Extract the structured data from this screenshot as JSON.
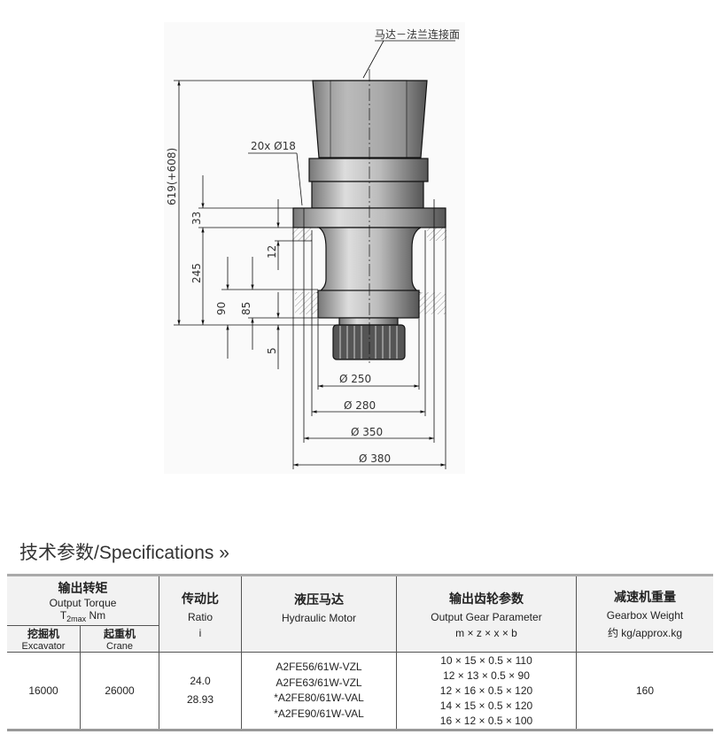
{
  "drawing": {
    "flange_label": "马达－法兰连接面",
    "holes": "20x Ø18",
    "dims_vertical": [
      "619(+608)",
      "33",
      "245",
      "90",
      "85",
      "12",
      "5"
    ],
    "dims_diameter": [
      "Ø 250",
      "Ø 280",
      "Ø 350",
      "Ø 380"
    ]
  },
  "section_title": "技术参数/Specifications »",
  "table": {
    "headers": {
      "torque_zh": "输出转矩",
      "torque_en": "Output Torque",
      "torque_sym": "T",
      "torque_sub": "2max",
      "torque_unit": " Nm",
      "excavator_zh": "挖掘机",
      "excavator_en": "Excavator",
      "crane_zh": "起重机",
      "crane_en": "Crane",
      "ratio_zh": "传动比",
      "ratio_en": "Ratio",
      "ratio_sym": "i",
      "motor_zh": "液压马达",
      "motor_en": "Hydraulic Motor",
      "gear_zh": "输出齿轮参数",
      "gear_en": "Output Gear Parameter",
      "gear_formula": "m × z × x × b",
      "weight_zh": "减速机重量",
      "weight_en": "Gearbox Weight",
      "weight_unit": "约 kg/approx.kg"
    },
    "row": {
      "excavator": "16000",
      "crane": "26000",
      "ratios": [
        "24.0",
        "28.93"
      ],
      "motors": [
        "A2FE56/61W-VZL",
        "A2FE63/61W-VZL",
        "*A2FE80/61W-VAL",
        "*A2FE90/61W-VAL"
      ],
      "gears": [
        "10 × 15 × 0.5 × 110",
        "12 × 13 × 0.5 × 90",
        "12 × 16 × 0.5 × 120",
        "14 × 15 × 0.5 × 120",
        "16 × 12 × 0.5 × 100"
      ],
      "weight": "160"
    }
  }
}
